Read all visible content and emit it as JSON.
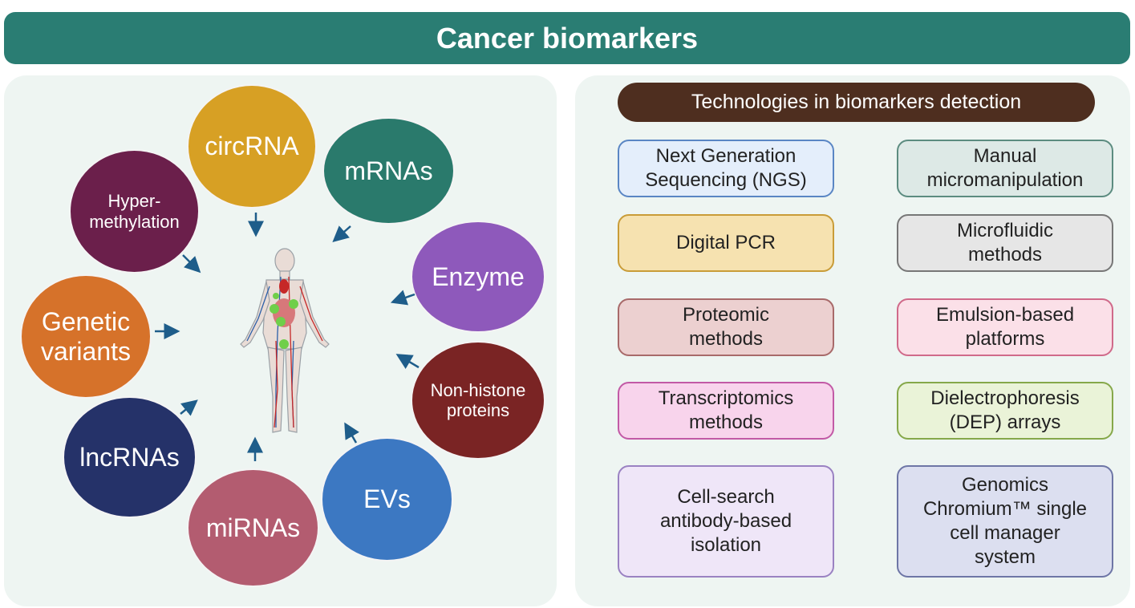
{
  "title": "Cancer biomarkers",
  "colors": {
    "banner": "#2a7d73",
    "panel": "#eef5f2",
    "tech_header": "#4e2e1f",
    "arrow": "#1e5d8a"
  },
  "biomarkers": [
    {
      "label": "circRNA",
      "color": "#d7a024",
      "icon": "circle"
    },
    {
      "label": "mRNAs",
      "color": "#2a7a6c",
      "icon": "circle"
    },
    {
      "label": "Enzyme",
      "color": "#8e59bb",
      "icon": "circle"
    },
    {
      "label": "Non-histone\nproteins",
      "color": "#7a2424",
      "icon": "circle"
    },
    {
      "label": "EVs",
      "color": "#3c78c2",
      "icon": "circle"
    },
    {
      "label": "miRNAs",
      "color": "#b35c70",
      "icon": "circle"
    },
    {
      "label": "lncRNAs",
      "color": "#253269",
      "icon": "circle"
    },
    {
      "label": "Genetic\nvariants",
      "color": "#d6722a",
      "icon": "circle"
    },
    {
      "label": "Hyper-\nmethylation",
      "color": "#6b1f4b",
      "icon": "circle"
    }
  ],
  "human_figure": {
    "icon": "human-body-anatomy-icon"
  },
  "technologies_header": "Technologies in biomarkers detection",
  "technologies": [
    {
      "label": "Next Generation\nSequencing (NGS)",
      "fill": "#e4eefb",
      "border": "#5a86c4"
    },
    {
      "label": "Manual\nmicromanipulation",
      "fill": "#dde9e6",
      "border": "#5c8c80"
    },
    {
      "label": "Digital PCR",
      "fill": "#f6e2b0",
      "border": "#c99c38"
    },
    {
      "label": "Microfluidic\nmethods",
      "fill": "#e6e6e6",
      "border": "#777777"
    },
    {
      "label": "Proteomic\nmethods",
      "fill": "#ecd0d0",
      "border": "#a86a6a"
    },
    {
      "label": "Emulsion-based\nplatforms",
      "fill": "#fbe0e8",
      "border": "#d06a8a"
    },
    {
      "label": "Transcriptomics\nmethods",
      "fill": "#f8d4ec",
      "border": "#c25aa6"
    },
    {
      "label": "Dielectrophoresis\n(DEP) arrays",
      "fill": "#eaf3d8",
      "border": "#86a84a"
    },
    {
      "label": "Cell-search\nantibody-based\nisolation",
      "fill": "#efe6f8",
      "border": "#9a82c2"
    },
    {
      "label": "Genomics\nChromium™ single\ncell manager\nsystem",
      "fill": "#dcdff0",
      "border": "#6e76a6"
    }
  ]
}
